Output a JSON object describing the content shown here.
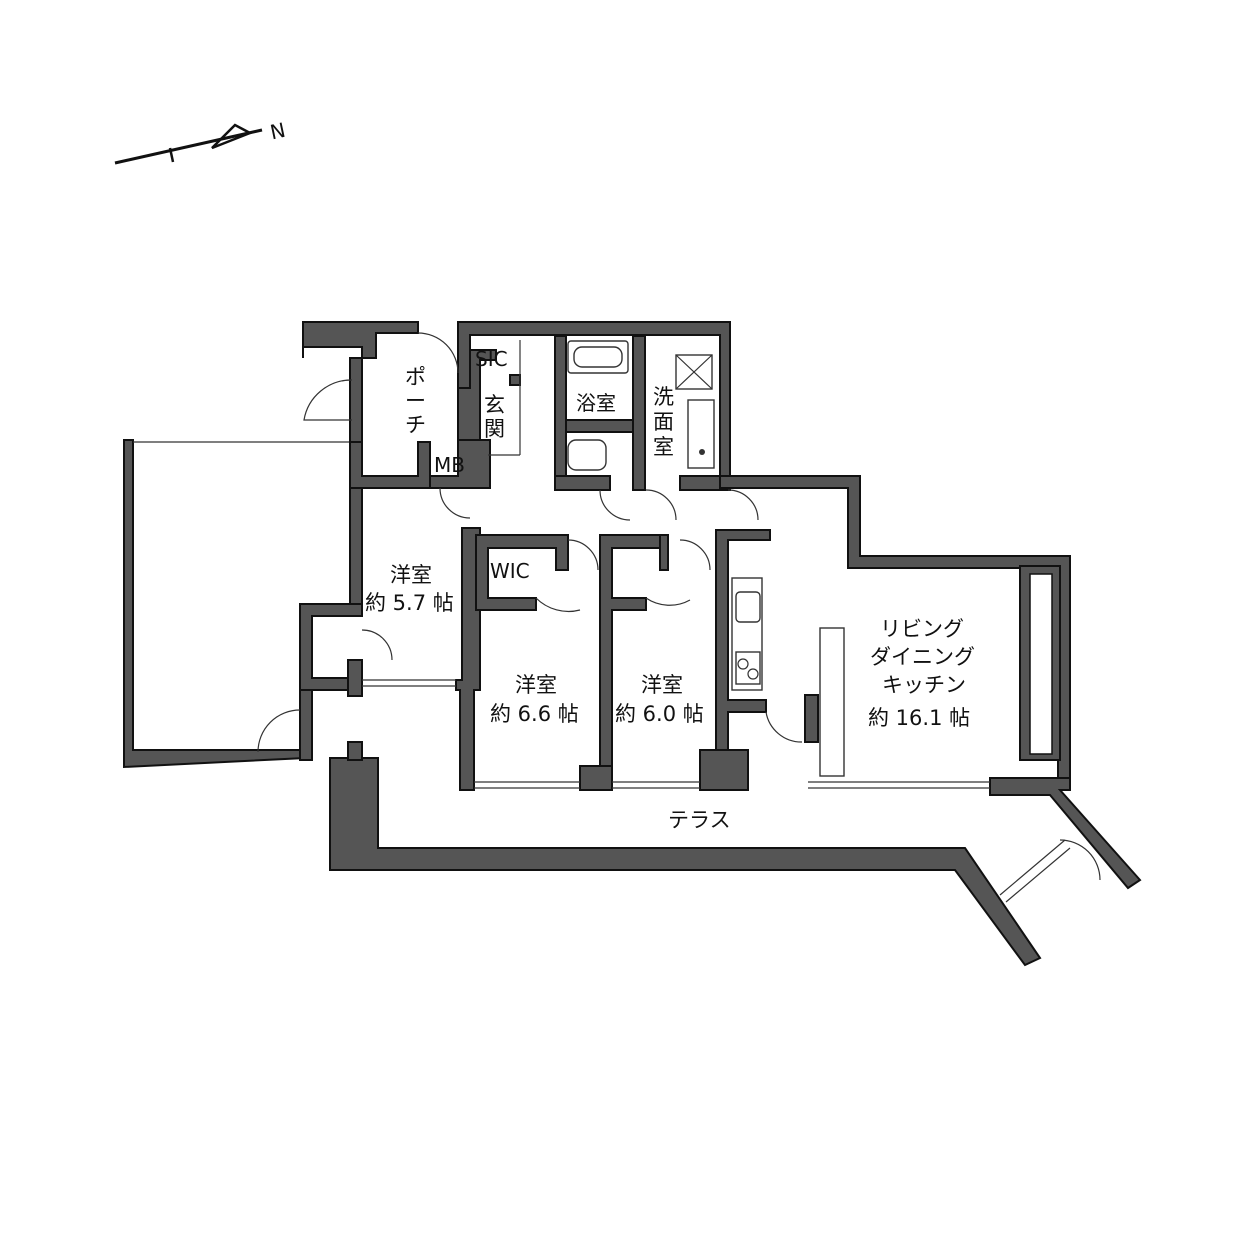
{
  "compass": {
    "label": "N"
  },
  "rooms": {
    "porch": [
      "ポ",
      "ー",
      "チ"
    ],
    "entrance": [
      "玄",
      "関"
    ],
    "sic": "SIC",
    "mb": "MB",
    "bath": "浴室",
    "washroom": [
      "洗",
      "面",
      "室"
    ],
    "wic": "WIC",
    "western1": {
      "name": "洋室",
      "size": "約 5.7 帖"
    },
    "western2": {
      "name": "洋室",
      "size": "約 6.6 帖"
    },
    "western3": {
      "name": "洋室",
      "size": "約 6.0 帖"
    },
    "ldk": {
      "line1": "リビング",
      "line2": "ダイニング",
      "line3": "キッチン",
      "size": "約 16.1 帖"
    },
    "terrace": "テラス"
  },
  "colors": {
    "wall": "#555555",
    "outline": "#111111"
  }
}
